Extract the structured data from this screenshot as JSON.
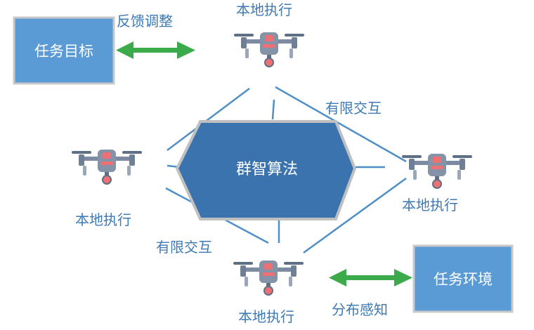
{
  "task_goal": {
    "label": "任务目标"
  },
  "task_env": {
    "label": "任务环境"
  },
  "center": {
    "label": "群智算法"
  },
  "feedback_label": "反馈调整",
  "perception_label": "分布感知",
  "interaction_labels": [
    "有限交互",
    "有限交互"
  ],
  "drones": [
    {
      "id": "top",
      "label": "本地执行"
    },
    {
      "id": "left",
      "label": "本地执行"
    },
    {
      "id": "right",
      "label": "本地执行"
    },
    {
      "id": "bottom",
      "label": "本地执行"
    }
  ],
  "colors": {
    "box_fill": "#5b9bd5",
    "box_border": "#c9c9c9",
    "hex_fill": "#3a73ae",
    "hex_border": "#c0c0c0",
    "line": "#4f8fc6",
    "arrow": "#3aaa4a",
    "label": "#3d79b4",
    "drone_body": "#8593a8",
    "drone_accent": "#ec7074"
  }
}
